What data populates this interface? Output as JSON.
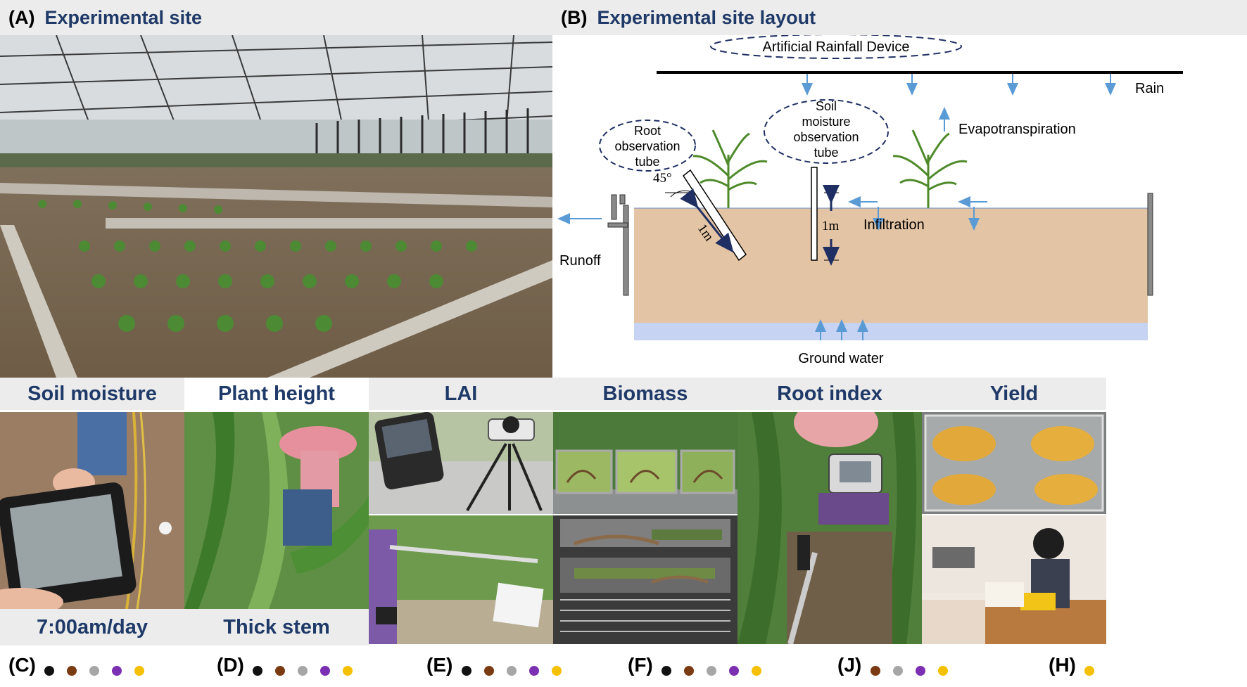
{
  "panelA": {
    "letter": "(A)",
    "title": "Experimental site"
  },
  "panelB": {
    "letter": "(B)",
    "title": "Experimental site layout",
    "labels": {
      "rainfall_device": "Artificial Rainfall Device",
      "rain": "Rain",
      "root_tube_1": "Root",
      "root_tube_2": "observation",
      "root_tube_3": "tube",
      "soil_tube_1": "Soil",
      "soil_tube_2": "moisture",
      "soil_tube_3": "observation",
      "soil_tube_4": "tube",
      "evapotranspiration": "Evapotranspiration",
      "angle": "45°",
      "len1": "1m",
      "len2": "1m",
      "runoff": "Runoff",
      "infiltration": "Infiltration",
      "ground_water": "Ground water"
    },
    "colors": {
      "soil": "#e3c4a4",
      "groundwater": "#c6d3f2",
      "arrow_blue": "#5b9bd5",
      "arrow_navy": "#1f2f63"
    }
  },
  "sections": [
    {
      "title": "Soil moisture",
      "caption": "7:00am/day",
      "letter": "(C)",
      "dots": [
        "#111111",
        "#7a3a12",
        "#a6a6a6",
        "#7b2fb2",
        "#f5c000"
      ]
    },
    {
      "title": "Plant height",
      "caption": "Thick stem",
      "letter": "(D)",
      "dots": [
        "#111111",
        "#7a3a12",
        "#a6a6a6",
        "#7b2fb2",
        "#f5c000"
      ]
    },
    {
      "title": "LAI",
      "caption": "",
      "letter": "(E)",
      "dots": [
        "#111111",
        "#7a3a12",
        "#a6a6a6",
        "#7b2fb2",
        "#f5c000"
      ]
    },
    {
      "title": "Biomass",
      "caption": "",
      "letter": "(F)",
      "dots": [
        "#111111",
        "#7a3a12",
        "#a6a6a6",
        "#7b2fb2",
        "#f5c000"
      ]
    },
    {
      "title": "Root index",
      "caption": "",
      "letter": "(J)",
      "dots": [
        "#7a3a12",
        "#a6a6a6",
        "#7b2fb2",
        "#f5c000"
      ]
    },
    {
      "title": "Yield",
      "caption": "",
      "letter": "(H)",
      "dots": [
        "#f5c000"
      ]
    }
  ]
}
